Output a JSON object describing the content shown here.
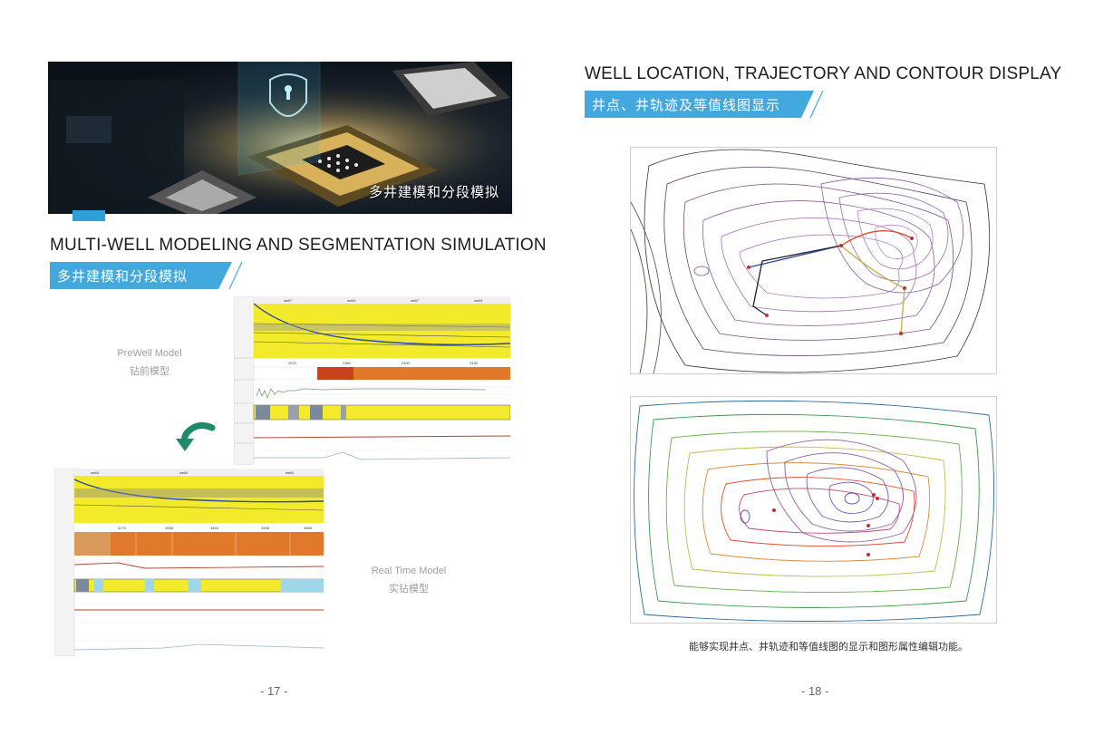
{
  "left_page": {
    "hero_caption": "多井建模和分段模拟",
    "section_title_en": "MULTI-WELL MODELING AND SEGMENTATION SIMULATION",
    "section_title_cn": "多井建模和分段模拟",
    "prewell": {
      "en": "PreWell Model",
      "cn": "钻前模型"
    },
    "realtime": {
      "en": "Real Time Model",
      "cn": "实钻模型"
    },
    "top_panel_wells": [
      "well7",
      "well4",
      "well7",
      "well4"
    ],
    "top_panel_ticks": [
      "2570",
      "2380",
      "2400",
      "2430"
    ],
    "bottom_panel_wells": [
      "well4",
      "well4",
      "well4"
    ],
    "bottom_panel_ticks": [
      "3179",
      "3058",
      "3416",
      "3598",
      "3658"
    ],
    "page_number": "- 17 -"
  },
  "right_page": {
    "section_title_en": "WELL LOCATION, TRAJECTORY AND CONTOUR DISPLAY",
    "section_title_cn": "井点、井轨迹及等值线图显示",
    "caption": "能够实现井点、井轨迹和等值线图的显示和图形属性编辑功能。",
    "page_number": "- 18 -"
  },
  "colors": {
    "accent_blue": "#43a8dd",
    "track_yellow": "#f2ea2a",
    "heat_orange": "#e07a2a",
    "arrow_green": "#1f8a6a"
  }
}
